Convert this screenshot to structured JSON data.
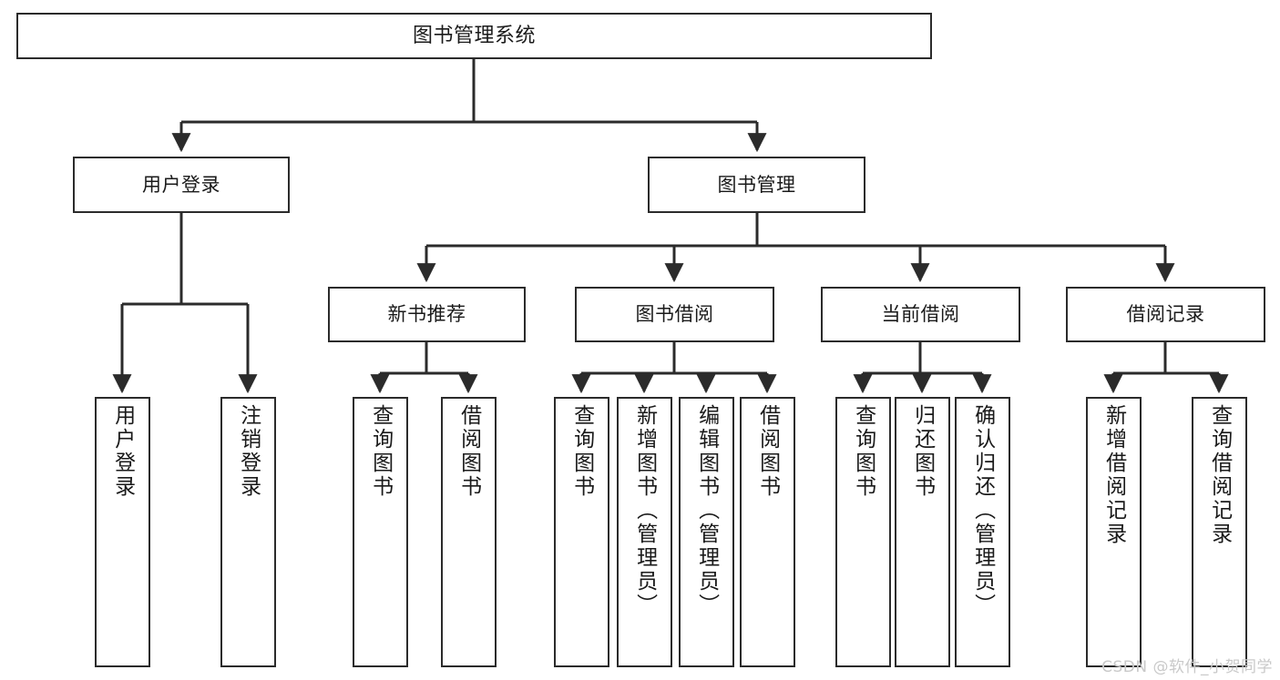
{
  "diagram": {
    "title": "图书管理系统",
    "type": "hierarchy-tree",
    "colors": {
      "background": "#ffffff",
      "box_border": "#2b2b2b",
      "box_fill": "#ffffff",
      "edge": "#2b2b2b",
      "text": "#1a1a1a",
      "watermark": "#c9c9c9"
    },
    "root": {
      "label": "图书管理系统"
    },
    "level2": [
      {
        "label": "用户登录"
      },
      {
        "label": "图书管理"
      }
    ],
    "level3": [
      {
        "label": "新书推荐"
      },
      {
        "label": "图书借阅"
      },
      {
        "label": "当前借阅"
      },
      {
        "label": "借阅记录"
      }
    ],
    "leaves": {
      "user_login": [
        {
          "label": "用户登录"
        },
        {
          "label": "注销登录"
        }
      ],
      "new_book_recommend": [
        {
          "label": "查询图书"
        },
        {
          "label": "借阅图书"
        }
      ],
      "book_borrow": [
        {
          "label": "查询图书"
        },
        {
          "label": "新增图书（管理员）"
        },
        {
          "label": "编辑图书（管理员）"
        },
        {
          "label": "借阅图书"
        }
      ],
      "current_borrow": [
        {
          "label": "查询图书"
        },
        {
          "label": "归还图书"
        },
        {
          "label": "确认归还（管理员）"
        }
      ],
      "borrow_record": [
        {
          "label": "新增借阅记录"
        },
        {
          "label": "查询借阅记录"
        }
      ]
    }
  },
  "watermark": {
    "text": "CSDN @软件_小贺同学"
  }
}
